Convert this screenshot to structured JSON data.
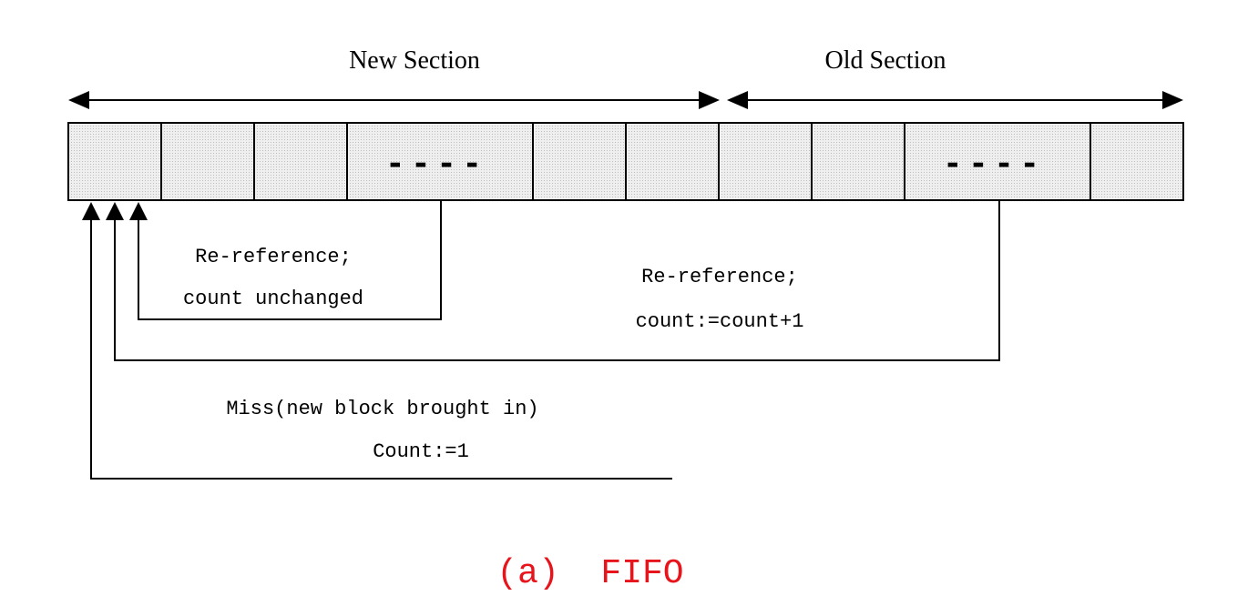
{
  "sections": {
    "new_label": "New Section",
    "old_label": "Old Section"
  },
  "cells": {
    "count": 12,
    "new_section_cells": 7,
    "ellipsis_text": "----",
    "ellipsis_cells": [
      3,
      9
    ]
  },
  "annotations": {
    "rereference_new": {
      "line1": "Re-reference;",
      "line2": "count unchanged"
    },
    "rereference_old": {
      "line1": "Re-reference;",
      "line2": "count:=count+1"
    },
    "miss": {
      "line1": "Miss(new block brought in)",
      "line2": "Count:=1"
    }
  },
  "caption": "(a)  FIFO",
  "colors": {
    "cell_fill": "#e6e6e6",
    "stroke": "#000000",
    "caption": "#e8141b"
  }
}
